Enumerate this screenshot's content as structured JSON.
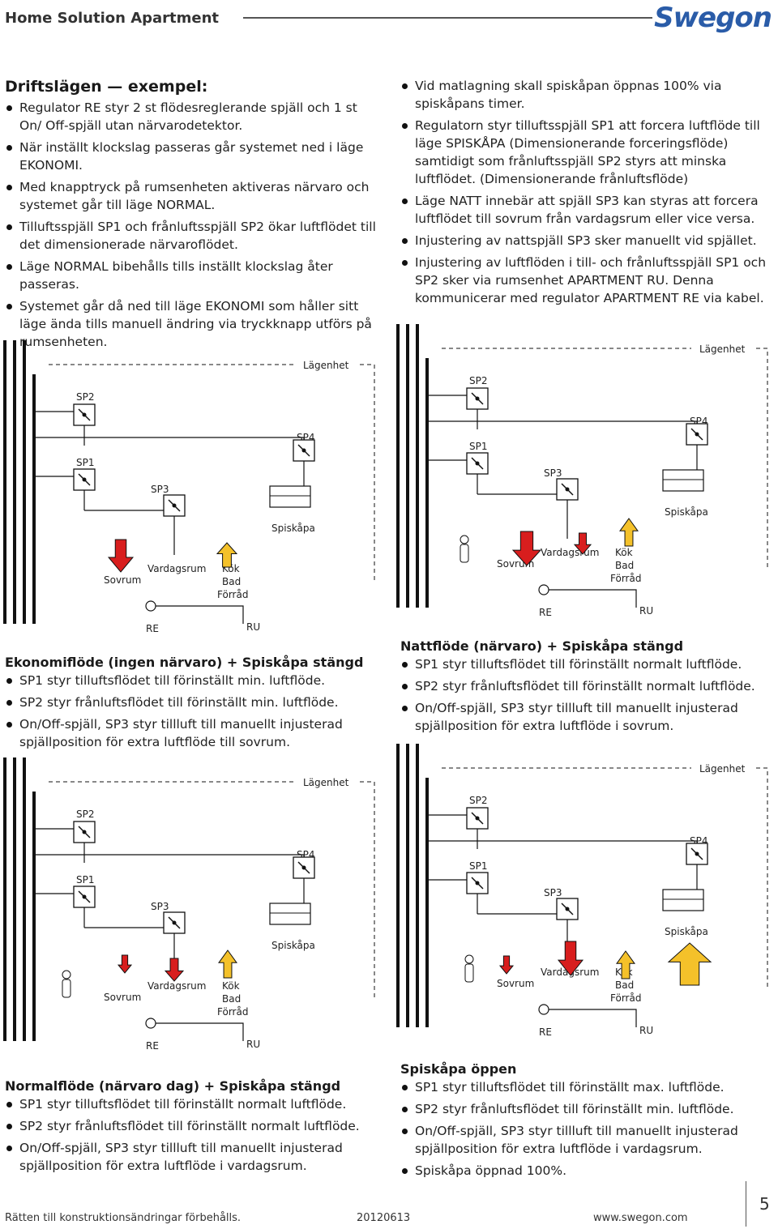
{
  "header": {
    "title": "Home Solution Apartment",
    "logo": "Swegon"
  },
  "intro": {
    "heading": "Driftslägen — exempel:",
    "left_bullets": [
      "Regulator RE styr 2 st flödesreglerande spjäll och 1 st On/ Off-spjäll utan närvarodetektor.",
      "När inställt klockslag passeras går systemet ned i läge EKONOMI.",
      "Med knapptryck på rumsenheten aktiveras närvaro och systemet går till läge NORMAL.",
      "Tilluftsspjäll SP1 och frånluftsspjäll SP2 ökar luftflödet till det dimensionerade närvaroflödet.",
      "Läge NORMAL bibehålls tills inställt klockslag åter passeras.",
      "Systemet går då ned till läge EKONOMI som håller sitt läge ända tills manuell ändring via tryckknapp utförs på rumsenheten."
    ],
    "right_bullets": [
      "Vid matlagning skall spiskåpan öppnas 100% via spiskåpans timer.",
      "Regulatorn styr tilluftsspjäll SP1 att forcera luftflöde till läge SPISKÅPA (Dimensionerande forceringsflöde) samtidigt som frånluftsspjäll SP2 styrs att minska luftflödet. (Dimensionerande frånluftsflöde)",
      "Läge NATT innebär att spjäll SP3 kan styras att forcera luftflödet till sovrum från vardagsrum eller vice versa.",
      "Injustering av nattspjäll SP3 sker manuellt vid spjället.",
      "Injustering av luftflöden i till- och frånluftsspjäll SP1 och SP2 sker via rumsenhet APARTMENT RU. Denna kommunicerar med regulator APARTMENT RE via kabel."
    ]
  },
  "diagram_labels": {
    "apartment": "Lägenhet",
    "sp1": "SP1",
    "sp2": "SP2",
    "sp3": "SP3",
    "sp4": "SP4",
    "bedroom": "Sovrum",
    "living": "Vardagsrum",
    "kitchen1": "Kök",
    "kitchen2": "Bad",
    "kitchen3": "Förråd",
    "hood": "Spiskåpa",
    "re": "RE",
    "ru": "RU"
  },
  "cases": [
    {
      "heading": "Ekonomiflöde (ingen närvaro) + Spiskåpa stängd",
      "bullets": [
        "SP1 styr tilluftsflödet till förinställt min. luftflöde.",
        "SP2 styr frånluftsflödet till förinställt min. luftflöde.",
        "On/Off-spjäll, SP3 styr tillluft till manuellt injusterad spjällposition för extra luftflöde till sovrum."
      ]
    },
    {
      "heading": "Nattflöde (närvaro) + Spiskåpa stängd",
      "bullets": [
        "SP1 styr tilluftsflödet till förinställt normalt luftflöde.",
        "SP2 styr frånluftsflödet till förinställt normalt luftflöde.",
        "On/Off-spjäll, SP3 styr tillluft till manuellt injusterad spjällposition för extra luftflöde i sovrum."
      ]
    },
    {
      "heading": "Normalflöde (närvaro dag) + Spiskåpa stängd",
      "bullets": [
        "SP1 styr tilluftsflödet till förinställt normalt luftflöde.",
        "SP2 styr frånluftsflödet till förinställt normalt luftflöde.",
        "On/Off-spjäll, SP3 styr tillluft till manuellt injusterad spjällposition för extra luftflöde i vardagsrum."
      ]
    },
    {
      "heading": "Spiskåpa öppen",
      "bullets": [
        "SP1 styr tilluftsflödet till förinställt max. luftflöde.",
        "SP2 styr frånluftsflödet till förinställt min. luftflöde.",
        "On/Off-spjäll, SP3 styr tillluft till manuellt injusterad spjällposition för extra luftflöde i vardagsrum.",
        "Spiskåpa öppnad 100%."
      ]
    }
  ],
  "footer": {
    "disclaimer": "Rätten till konstruktionsändringar förbehålls.",
    "date": "20120613",
    "url": "www.swegon.com",
    "page": "5"
  }
}
